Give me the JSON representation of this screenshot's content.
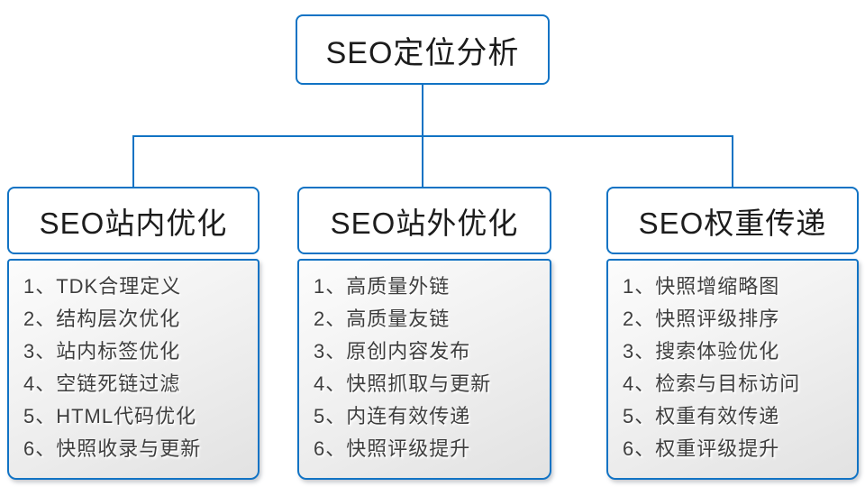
{
  "diagram": {
    "root": {
      "title": "SEO定位分析"
    },
    "columns": [
      {
        "title": "SEO站内优化",
        "items": [
          "1、TDK合理定义",
          "2、结构层次优化",
          "3、站内标签优化",
          "4、空链死链过滤",
          "5、HTML代码优化",
          "6、快照收录与更新"
        ]
      },
      {
        "title": "SEO站外优化",
        "items": [
          "1、高质量外链",
          "2、高质量友链",
          "3、原创内容发布",
          "4、快照抓取与更新",
          "5、内连有效传递",
          "6、快照评级提升"
        ]
      },
      {
        "title": "SEO权重传递",
        "items": [
          "1、快照增缩略图",
          "2、快照评级排序",
          "3、搜索体验优化",
          "4、检索与目标访问",
          "5、权重有效传递",
          "6、权重评级提升"
        ]
      }
    ],
    "colors": {
      "accent": "#1173c4",
      "title_text": "#1c1c1c",
      "item_text": "#3e3e3e",
      "panel_top": "#fcfcfc",
      "panel_bottom": "#e2e2e2"
    }
  }
}
